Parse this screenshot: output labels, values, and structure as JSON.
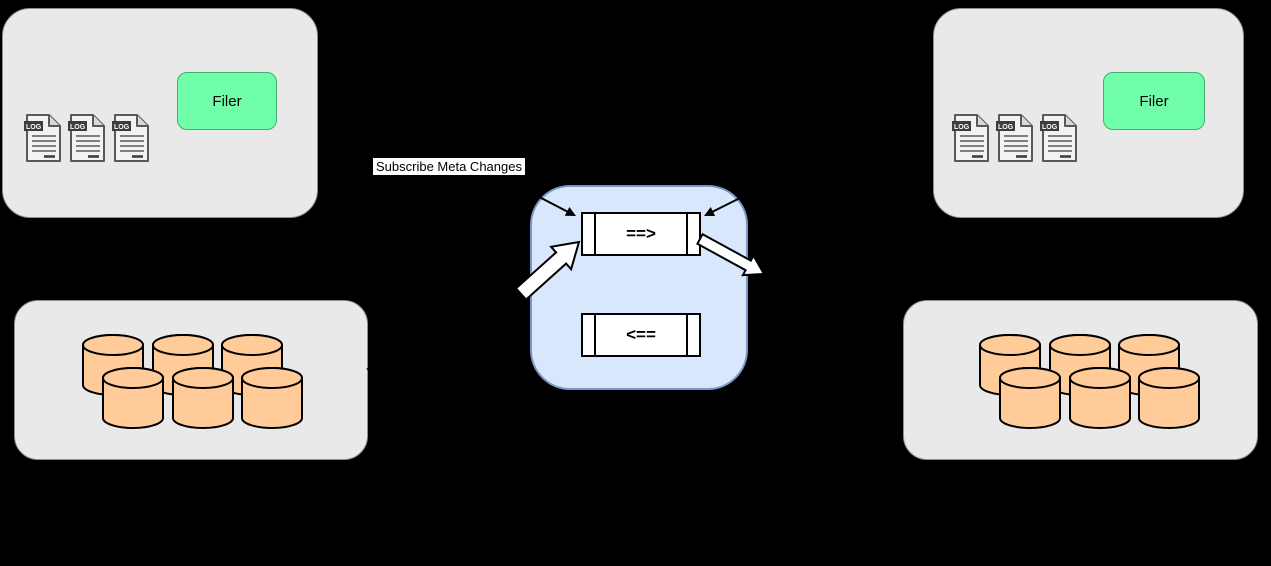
{
  "diagram": {
    "subscribe_label": "Subscribe Meta Changes",
    "filer_left": {
      "label": "Filer"
    },
    "filer_right": {
      "label": "Filer"
    },
    "log_badge": "LOG",
    "queue": {
      "forward_label": "==>",
      "backward_label": "<=="
    },
    "colors": {
      "background": "#000000",
      "panel_fill": "#e9e9e9",
      "panel_border": "#8f8f8f",
      "filer_fill": "#70ffa8",
      "queue_panel_fill": "#d9e7fc",
      "queue_panel_border": "#7b96c3",
      "queue_box_fill": "#ffffff",
      "cylinder_fill": "#ffcc99",
      "arrow_color": "#000000"
    },
    "icons": {
      "log_file": "log-file-icon",
      "database": "database-cylinder-icon",
      "arrows": [
        "arrow-into-queue-left",
        "arrow-into-queue-right",
        "block-arrow-up-into-queue",
        "block-arrow-out-of-queue",
        "arrowhead-into-volume-panel"
      ]
    }
  }
}
